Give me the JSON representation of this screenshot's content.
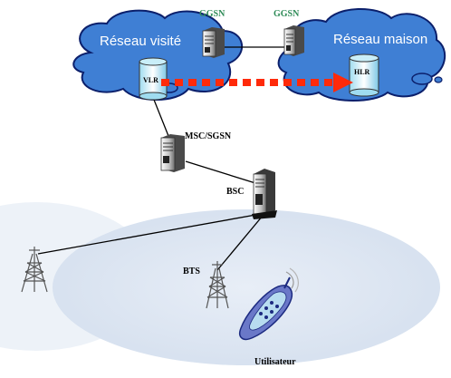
{
  "networks": {
    "visited": {
      "label": "Réseau visité"
    },
    "home": {
      "label": "Réseau maison"
    }
  },
  "nodes": {
    "ggsn_left": {
      "label": "GGSN"
    },
    "ggsn_right": {
      "label": "GGSN"
    },
    "vlr": {
      "label": "VLR"
    },
    "hlr": {
      "label": "HLR"
    },
    "msc_sgsn": {
      "label": "MSC/SGSN"
    },
    "bsc": {
      "label": "BSC"
    },
    "bts": {
      "label": "BTS"
    },
    "user": {
      "label": "Utilisateur"
    }
  },
  "colors": {
    "cloud_fill": "#3f7fd4",
    "cloud_stroke": "#0b1f6b",
    "ggsn_label": "#2e8b57",
    "arrow": "#ff2a0a",
    "cell_fill": "#dce6f2",
    "cell_fill_light": "#edf2f8"
  }
}
